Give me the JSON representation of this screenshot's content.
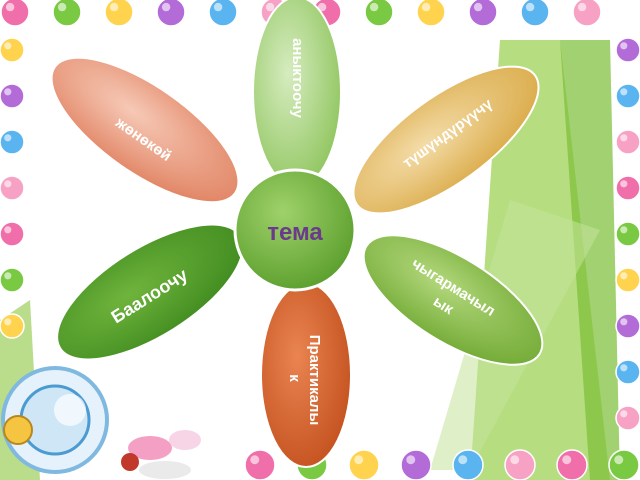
{
  "center": {
    "label": "тема"
  },
  "petals": {
    "top": {
      "label": "аныктоочу"
    },
    "top_left": {
      "label": "жөнөкөй"
    },
    "top_right": {
      "label": "түшүндүрүүчү"
    },
    "bottom_left": {
      "label": "Баалоочу"
    },
    "bottom_right": {
      "line1": "чыгармачыл",
      "line2": "ык"
    },
    "bottom": {
      "line1": "Практикалы",
      "line2": "к"
    }
  },
  "colors": {
    "center": "#6fb23a",
    "top": "#9fcf6a",
    "top_left": "#e8937a",
    "top_right": "#e2b864",
    "bottom_left": "#4f9a2c",
    "bottom_right": "#86bd45",
    "bottom": "#d9622a",
    "center_text": "#6b3a8c",
    "bg_stripes": "#8cc63f"
  },
  "border": {
    "candy_colors": [
      "#f06ea9",
      "#7ac943",
      "#ffd34d",
      "#b36bd8",
      "#5ab4f0",
      "#f7a1c4"
    ]
  },
  "icons": [
    "candy-icon",
    "wrapped-candy-icon",
    "lollipop-icon"
  ]
}
